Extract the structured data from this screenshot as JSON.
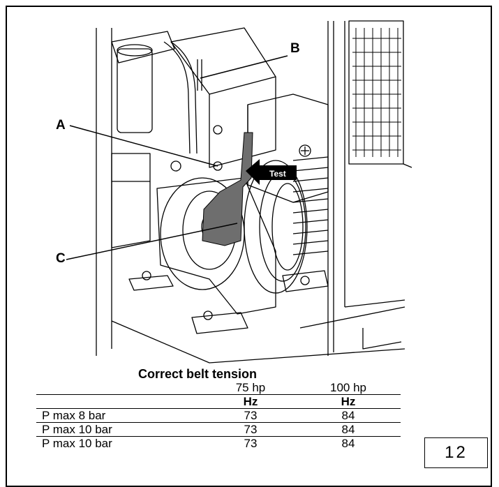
{
  "figure": {
    "callouts": {
      "a": "A",
      "b": "B",
      "c": "C"
    },
    "arrow_label": "Test"
  },
  "belt_table": {
    "title": "Correct belt tension",
    "columns": [
      "",
      "75 hp",
      "100 hp"
    ],
    "units": [
      "",
      "Hz",
      "Hz"
    ],
    "rows": [
      {
        "label": "P max 8 bar",
        "v75": "73",
        "v100": "84"
      },
      {
        "label": "P max 10 bar",
        "v75": "73",
        "v100": "84"
      },
      {
        "label": "P max 10 bar",
        "v75": "73",
        "v100": "84"
      }
    ]
  },
  "page_number": "12"
}
